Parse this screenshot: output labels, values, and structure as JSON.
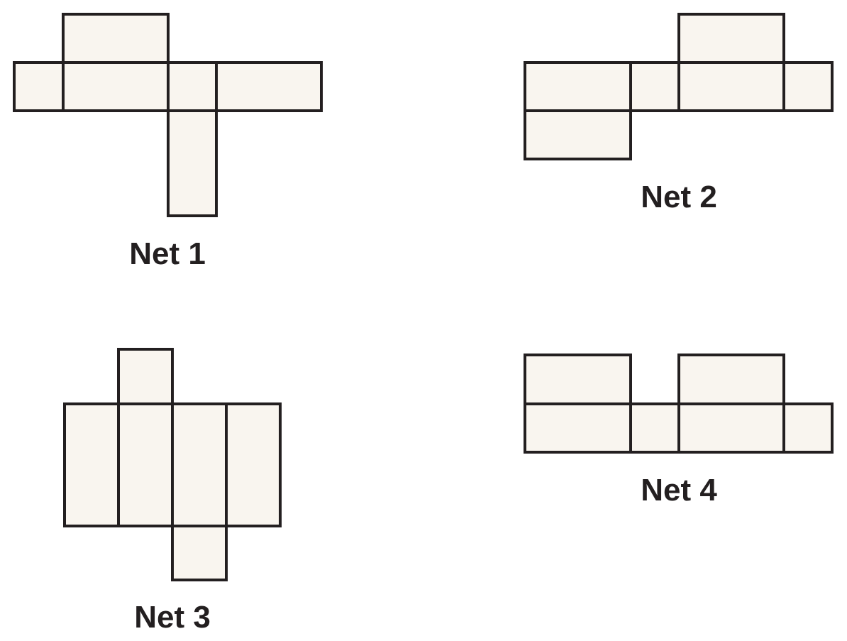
{
  "colors": {
    "background": "#ffffff",
    "face_fill": "#f9f5ef",
    "stroke": "#231f20"
  },
  "nets": [
    {
      "label": "Net 1",
      "face_count": 6
    },
    {
      "label": "Net 2",
      "face_count": 6
    },
    {
      "label": "Net 3",
      "face_count": 6
    },
    {
      "label": "Net 4",
      "face_count": 6
    }
  ]
}
